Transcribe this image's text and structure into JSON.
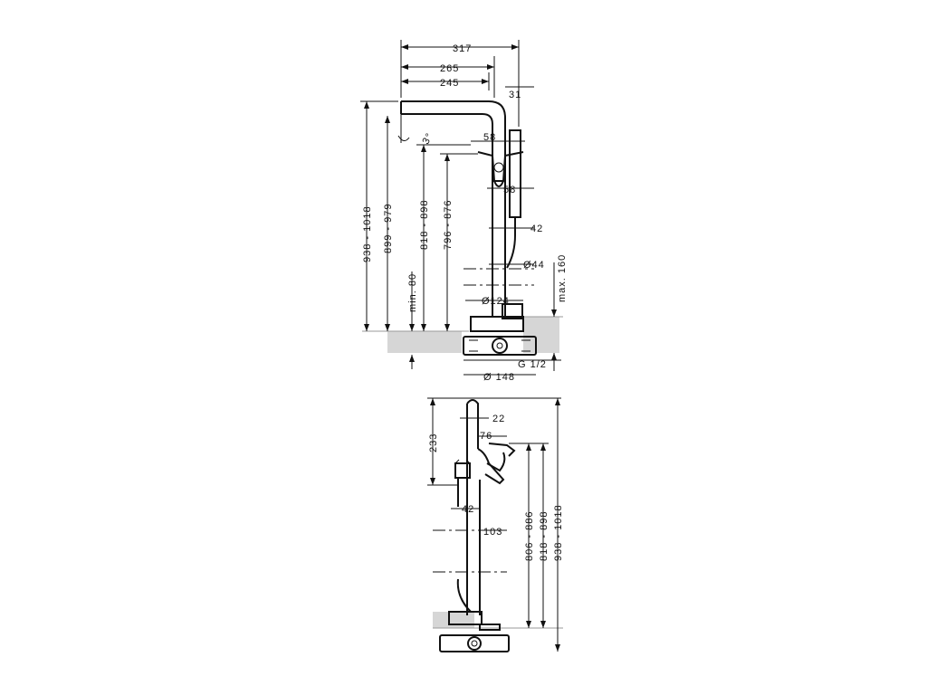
{
  "top_view": {
    "dim_317": "317",
    "dim_265": "265",
    "dim_245": "245",
    "dim_31": "31",
    "dim_58a": "58",
    "dim_58b": "58",
    "dim_42": "42",
    "dim_44": "Ø44",
    "dim_124": "Ø124",
    "dim_148": "Ø 148",
    "dim_g12": "G 1/2",
    "dim_3deg": "3°",
    "dim_938_1018": "938 - 1018",
    "dim_899_979": "899 - 979",
    "dim_818_898": "818 - 898",
    "dim_796_876": "796 - 876",
    "dim_min80": "min. 80",
    "dim_max160": "max. 160"
  },
  "side_view": {
    "dim_233": "233",
    "dim_22": "22",
    "dim_76": "76",
    "dim_42": "42",
    "dim_103": "103",
    "dim_806_886": "806 - 886",
    "dim_818_898": "818 - 898",
    "dim_938_1018": "938 - 1018"
  }
}
